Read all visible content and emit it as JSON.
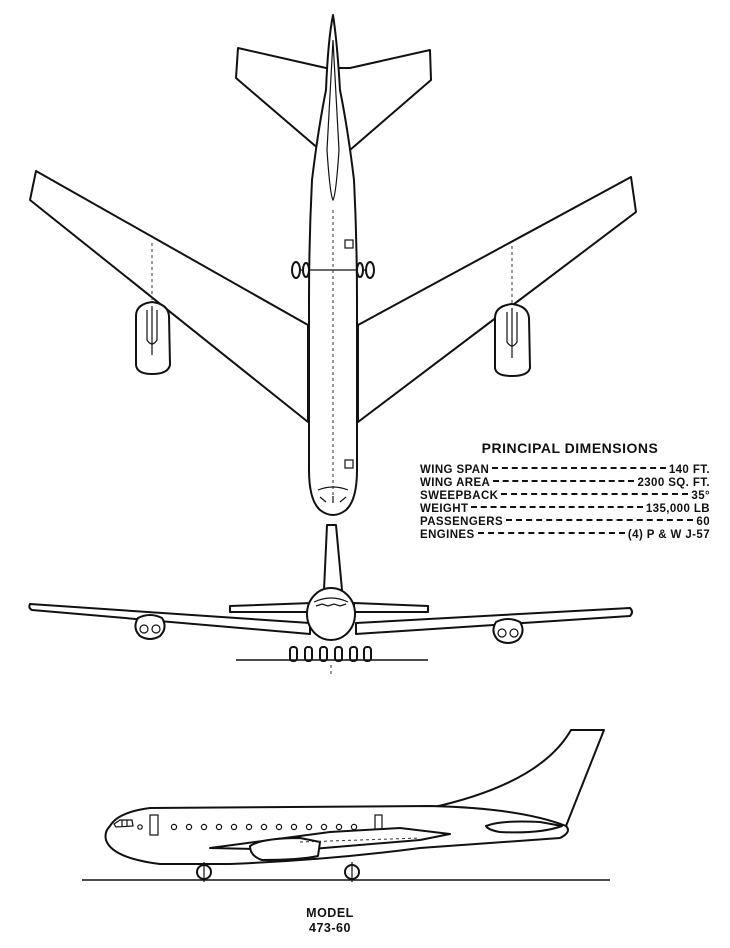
{
  "dimensions": {
    "title": "PRINCIPAL DIMENSIONS",
    "rows": [
      {
        "label": "WING SPAN",
        "value": "140 FT."
      },
      {
        "label": "WING AREA",
        "value": "2300 SQ. FT."
      },
      {
        "label": "SWEEPBACK",
        "value": "35°"
      },
      {
        "label": "WEIGHT",
        "value": "135,000 LB"
      },
      {
        "label": "PASSENGERS",
        "value": "60"
      },
      {
        "label": "ENGINES",
        "value": "(4) P & W J-57"
      }
    ]
  },
  "model": {
    "line1": "MODEL",
    "line2": "473-60"
  }
}
